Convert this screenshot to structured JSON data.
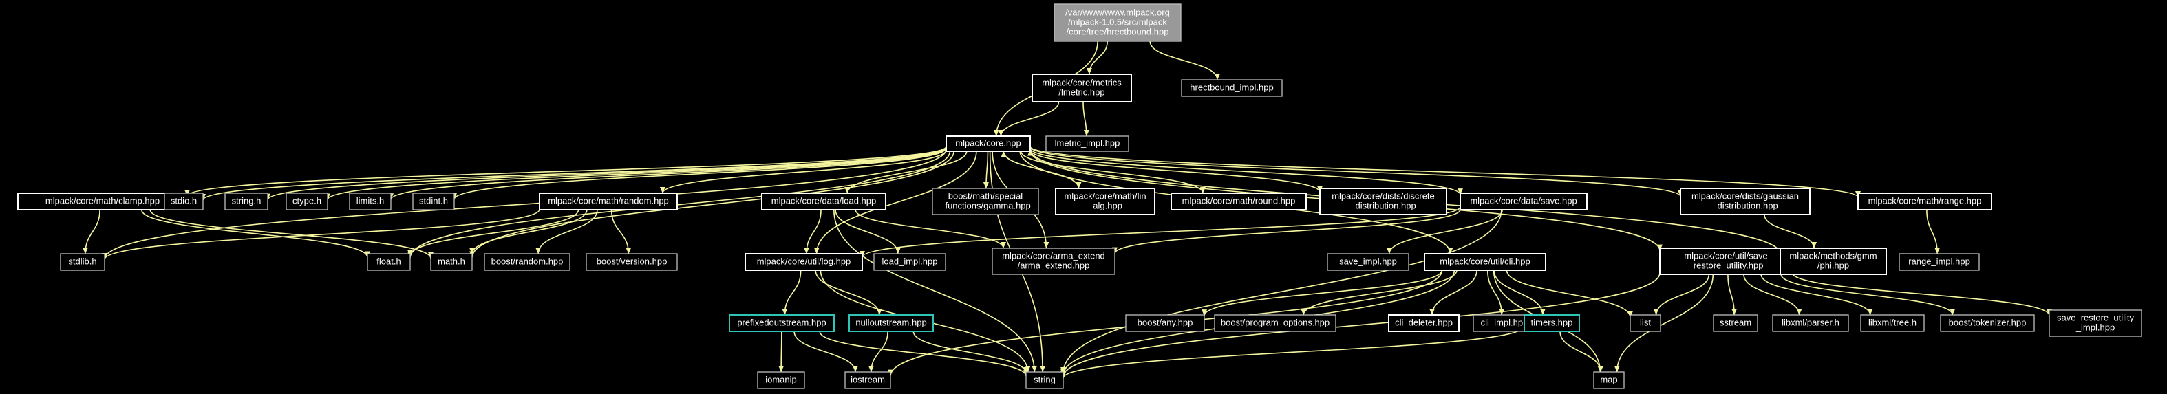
{
  "nodes": [
    {
      "id": "root",
      "label": "/var/www/www.mlpack.org\n/mlpack-1.0.5/src/mlpack\n/core/tree/hrectbound.hpp",
      "kind": "root"
    },
    {
      "id": "metrics",
      "label": "mlpack/core/metrics\n/lmetric.hpp",
      "kind": "doc"
    },
    {
      "id": "hrect_impl",
      "label": "hrectbound_impl.hpp",
      "kind": "plain"
    },
    {
      "id": "core",
      "label": "mlpack/core.hpp",
      "kind": "doc"
    },
    {
      "id": "lmetric_impl",
      "label": "lmetric_impl.hpp",
      "kind": "plain"
    },
    {
      "id": "clamp",
      "label": "mlpack/core/math/clamp.hpp",
      "kind": "doc"
    },
    {
      "id": "stdio",
      "label": "stdio.h",
      "kind": "plain"
    },
    {
      "id": "string_h",
      "label": "string.h",
      "kind": "plain"
    },
    {
      "id": "ctype",
      "label": "ctype.h",
      "kind": "plain"
    },
    {
      "id": "limits",
      "label": "limits.h",
      "kind": "plain"
    },
    {
      "id": "stdint",
      "label": "stdint.h",
      "kind": "plain"
    },
    {
      "id": "random",
      "label": "mlpack/core/math/random.hpp",
      "kind": "doc"
    },
    {
      "id": "load",
      "label": "mlpack/core/data/load.hpp",
      "kind": "doc"
    },
    {
      "id": "gamma",
      "label": "boost/math/special\n_functions/gamma.hpp",
      "kind": "plain"
    },
    {
      "id": "lin_alg",
      "label": "mlpack/core/math/lin\n_alg.hpp",
      "kind": "doc"
    },
    {
      "id": "round",
      "label": "mlpack/core/math/round.hpp",
      "kind": "doc"
    },
    {
      "id": "discrete",
      "label": "mlpack/core/dists/discrete\n_distribution.hpp",
      "kind": "doc"
    },
    {
      "id": "save",
      "label": "mlpack/core/data/save.hpp",
      "kind": "doc"
    },
    {
      "id": "gaussian",
      "label": "mlpack/core/dists/gaussian\n_distribution.hpp",
      "kind": "doc"
    },
    {
      "id": "range",
      "label": "mlpack/core/math/range.hpp",
      "kind": "doc"
    },
    {
      "id": "stdlib",
      "label": "stdlib.h",
      "kind": "plain"
    },
    {
      "id": "float",
      "label": "float.h",
      "kind": "plain"
    },
    {
      "id": "math",
      "label": "math.h",
      "kind": "plain"
    },
    {
      "id": "boost_random",
      "label": "boost/random.hpp",
      "kind": "plain"
    },
    {
      "id": "boost_version",
      "label": "boost/version.hpp",
      "kind": "plain"
    },
    {
      "id": "log",
      "label": "mlpack/core/util/log.hpp",
      "kind": "doc"
    },
    {
      "id": "load_impl",
      "label": "load_impl.hpp",
      "kind": "plain"
    },
    {
      "id": "arma_extend",
      "label": "mlpack/core/arma_extend\n/arma_extend.hpp",
      "kind": "plain"
    },
    {
      "id": "save_impl",
      "label": "save_impl.hpp",
      "kind": "plain"
    },
    {
      "id": "cli",
      "label": "mlpack/core/util/cli.hpp",
      "kind": "doc"
    },
    {
      "id": "save_restore",
      "label": "mlpack/core/util/save\n_restore_utility.hpp",
      "kind": "doc"
    },
    {
      "id": "gmm_phi",
      "label": "mlpack/methods/gmm\n/phi.hpp",
      "kind": "doc"
    },
    {
      "id": "range_impl",
      "label": "range_impl.hpp",
      "kind": "plain"
    },
    {
      "id": "prefixed",
      "label": "prefixedoutstream.hpp",
      "kind": "teal"
    },
    {
      "id": "nullout",
      "label": "nulloutstream.hpp",
      "kind": "teal"
    },
    {
      "id": "boost_any",
      "label": "boost/any.hpp",
      "kind": "plain"
    },
    {
      "id": "prog_opts",
      "label": "boost/program_options.hpp",
      "kind": "plain"
    },
    {
      "id": "cli_deleter",
      "label": "cli_deleter.hpp",
      "kind": "doc"
    },
    {
      "id": "cli_impl",
      "label": "cli_impl.hpp",
      "kind": "plain"
    },
    {
      "id": "timers",
      "label": "timers.hpp",
      "kind": "teal"
    },
    {
      "id": "list",
      "label": "list",
      "kind": "plain"
    },
    {
      "id": "sstream",
      "label": "sstream",
      "kind": "plain"
    },
    {
      "id": "parser",
      "label": "libxml/parser.h",
      "kind": "plain"
    },
    {
      "id": "xmltree",
      "label": "libxml/tree.h",
      "kind": "plain"
    },
    {
      "id": "tokenizer",
      "label": "boost/tokenizer.hpp",
      "kind": "plain"
    },
    {
      "id": "sr_impl",
      "label": "save_restore_utility\n_impl.hpp",
      "kind": "plain"
    },
    {
      "id": "iomanip",
      "label": "iomanip",
      "kind": "plain"
    },
    {
      "id": "iostream",
      "label": "iostream",
      "kind": "plain"
    },
    {
      "id": "string",
      "label": "string",
      "kind": "plain"
    },
    {
      "id": "map",
      "label": "map",
      "kind": "plain"
    }
  ],
  "edges": [
    [
      "root",
      "metrics"
    ],
    [
      "root",
      "hrect_impl"
    ],
    [
      "root",
      "core"
    ],
    [
      "metrics",
      "core"
    ],
    [
      "metrics",
      "lmetric_impl"
    ],
    [
      "core",
      "clamp"
    ],
    [
      "core",
      "stdio"
    ],
    [
      "core",
      "string_h"
    ],
    [
      "core",
      "ctype"
    ],
    [
      "core",
      "limits"
    ],
    [
      "core",
      "stdint"
    ],
    [
      "core",
      "random"
    ],
    [
      "core",
      "load"
    ],
    [
      "core",
      "gamma"
    ],
    [
      "core",
      "lin_alg"
    ],
    [
      "core",
      "round"
    ],
    [
      "core",
      "discrete"
    ],
    [
      "core",
      "save"
    ],
    [
      "core",
      "gaussian"
    ],
    [
      "core",
      "range"
    ],
    [
      "core",
      "stdlib"
    ],
    [
      "core",
      "float"
    ],
    [
      "core",
      "math"
    ],
    [
      "core",
      "log"
    ],
    [
      "core",
      "arma_extend"
    ],
    [
      "core",
      "cli"
    ],
    [
      "core",
      "save_restore"
    ],
    [
      "core",
      "string"
    ],
    [
      "lin_alg",
      "core"
    ],
    [
      "gmm_phi",
      "core"
    ],
    [
      "clamp",
      "stdlib"
    ],
    [
      "clamp",
      "float"
    ],
    [
      "clamp",
      "math"
    ],
    [
      "random",
      "stdlib"
    ],
    [
      "random",
      "float"
    ],
    [
      "random",
      "math"
    ],
    [
      "random",
      "boost_random"
    ],
    [
      "random",
      "boost_version"
    ],
    [
      "load",
      "log"
    ],
    [
      "load",
      "load_impl"
    ],
    [
      "load",
      "arma_extend"
    ],
    [
      "load",
      "string"
    ],
    [
      "save",
      "log"
    ],
    [
      "save",
      "save_impl"
    ],
    [
      "save",
      "arma_extend"
    ],
    [
      "save",
      "string"
    ],
    [
      "gaussian",
      "gmm_phi"
    ],
    [
      "range",
      "range_impl"
    ],
    [
      "log",
      "prefixed"
    ],
    [
      "log",
      "nullout"
    ],
    [
      "log",
      "string"
    ],
    [
      "prefixed",
      "iomanip"
    ],
    [
      "prefixed",
      "iostream"
    ],
    [
      "prefixed",
      "string"
    ],
    [
      "nullout",
      "iostream"
    ],
    [
      "nullout",
      "string"
    ],
    [
      "cli",
      "boost_any"
    ],
    [
      "cli",
      "prog_opts"
    ],
    [
      "cli",
      "cli_deleter"
    ],
    [
      "cli",
      "cli_impl"
    ],
    [
      "cli",
      "timers"
    ],
    [
      "cli",
      "list"
    ],
    [
      "cli",
      "map"
    ],
    [
      "cli",
      "iostream"
    ],
    [
      "cli",
      "string"
    ],
    [
      "timers",
      "map"
    ],
    [
      "timers",
      "string"
    ],
    [
      "save_restore",
      "list"
    ],
    [
      "save_restore",
      "sstream"
    ],
    [
      "save_restore",
      "parser"
    ],
    [
      "save_restore",
      "xmltree"
    ],
    [
      "save_restore",
      "tokenizer"
    ],
    [
      "save_restore",
      "sr_impl"
    ],
    [
      "save_restore",
      "map"
    ],
    [
      "save_restore",
      "string"
    ]
  ]
}
